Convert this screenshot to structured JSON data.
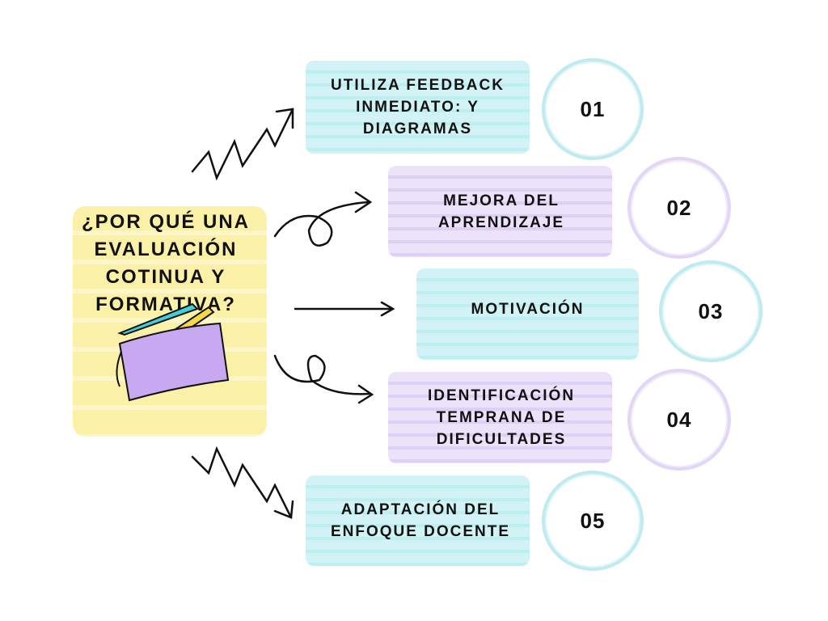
{
  "title": "¿POR QUÉ UNA EVALUACIÓN COTINUA Y FORMATIVA?",
  "items": [
    {
      "number": "01",
      "label": "UTILIZA FEEDBACK INMEDIATO: Y DIAGRAMAS",
      "color": "#bfeef2"
    },
    {
      "number": "02",
      "label": "MEJORA DEL APRENDIZAJE",
      "color": "#ddd0f4"
    },
    {
      "number": "03",
      "label": "MOTIVACIÓN",
      "color": "#bfeef2"
    },
    {
      "number": "04",
      "label": "IDENTIFICACIÓN TEMPRANA DE DIFICULTADES",
      "color": "#ddd0f4"
    },
    {
      "number": "05",
      "label": "ADAPTACIÓN DEL ENFOQUE DOCENTE",
      "color": "#bfeef2"
    }
  ]
}
